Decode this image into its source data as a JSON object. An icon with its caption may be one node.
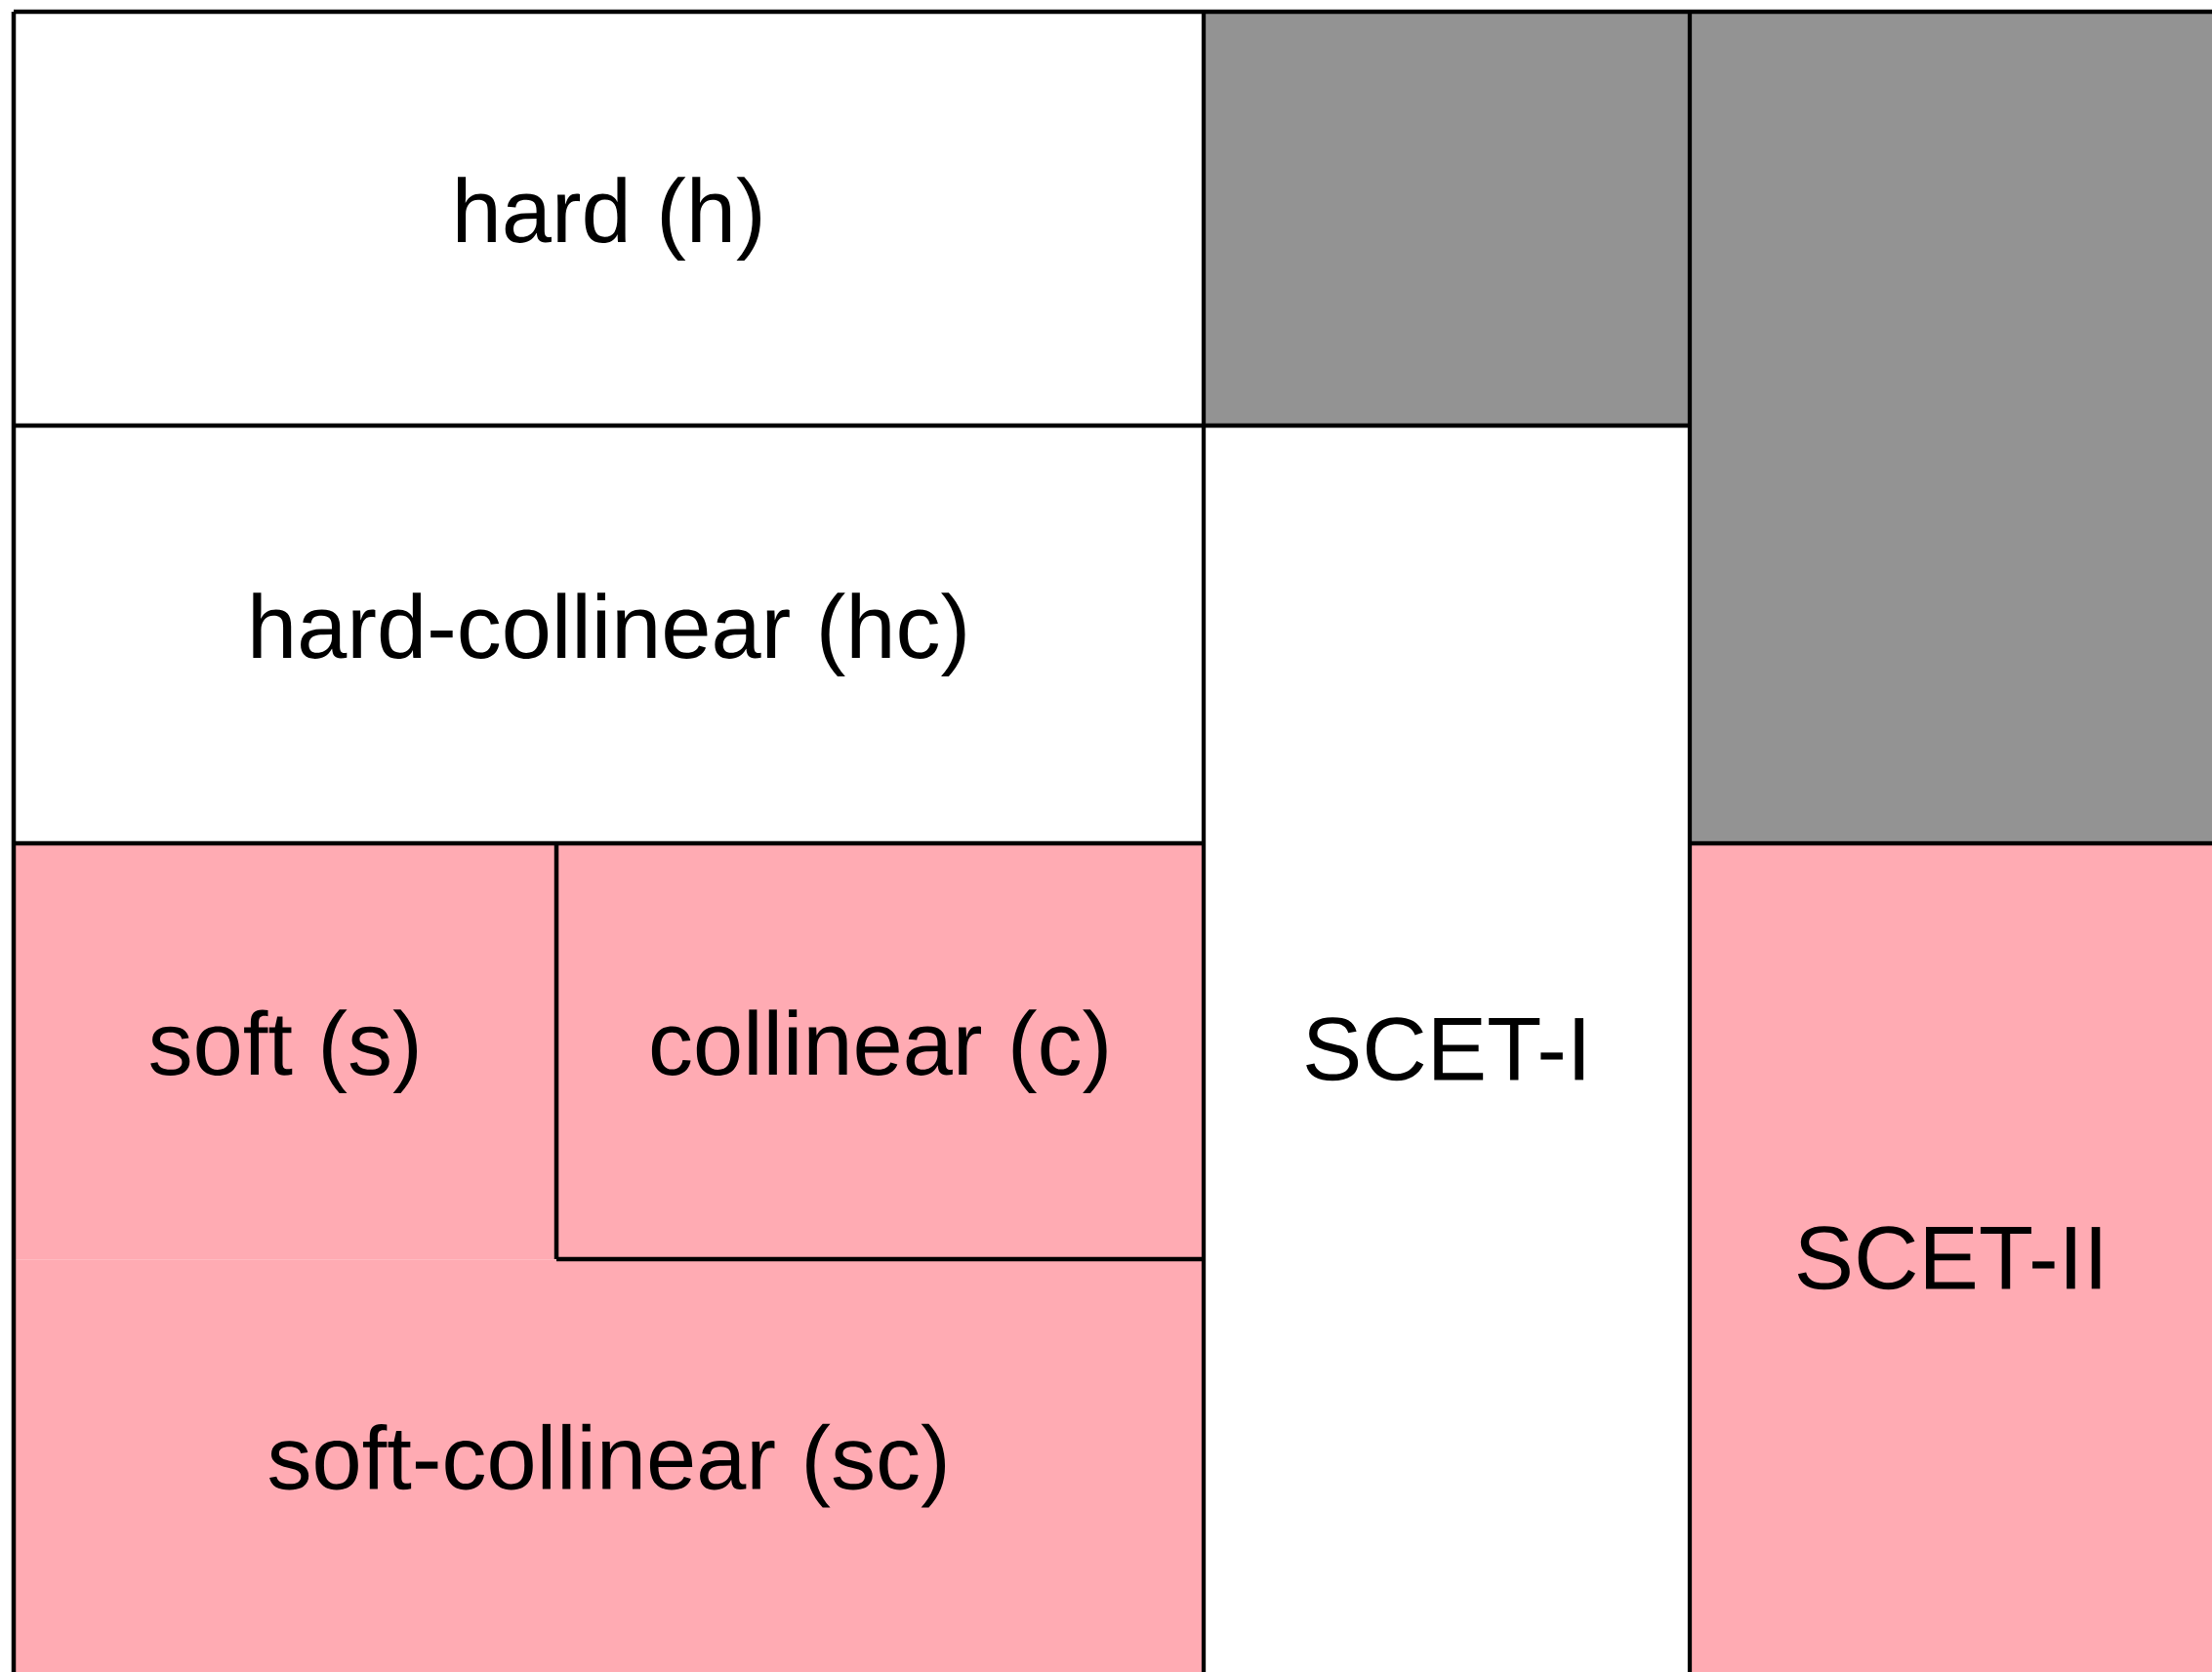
{
  "diagram": {
    "nodes": [
      {
        "text": [
          "hard (h)"
        ]
      },
      {
        "text": [],
        "shape": "box"
      },
      {
        "text": [],
        "shape": "box"
      },
      {
        "text": [
          "hard-collinear (hc)"
        ]
      },
      {
        "text": [
          "SCET-I"
        ]
      },
      {
        "text": [
          "soft (s)"
        ]
      },
      {
        "text": [
          "collinear (c)"
        ]
      },
      {
        "text": [
          "SCET-II"
        ]
      },
      {
        "text": [
          "soft-collinear (sc)"
        ]
      }
    ]
  }
}
